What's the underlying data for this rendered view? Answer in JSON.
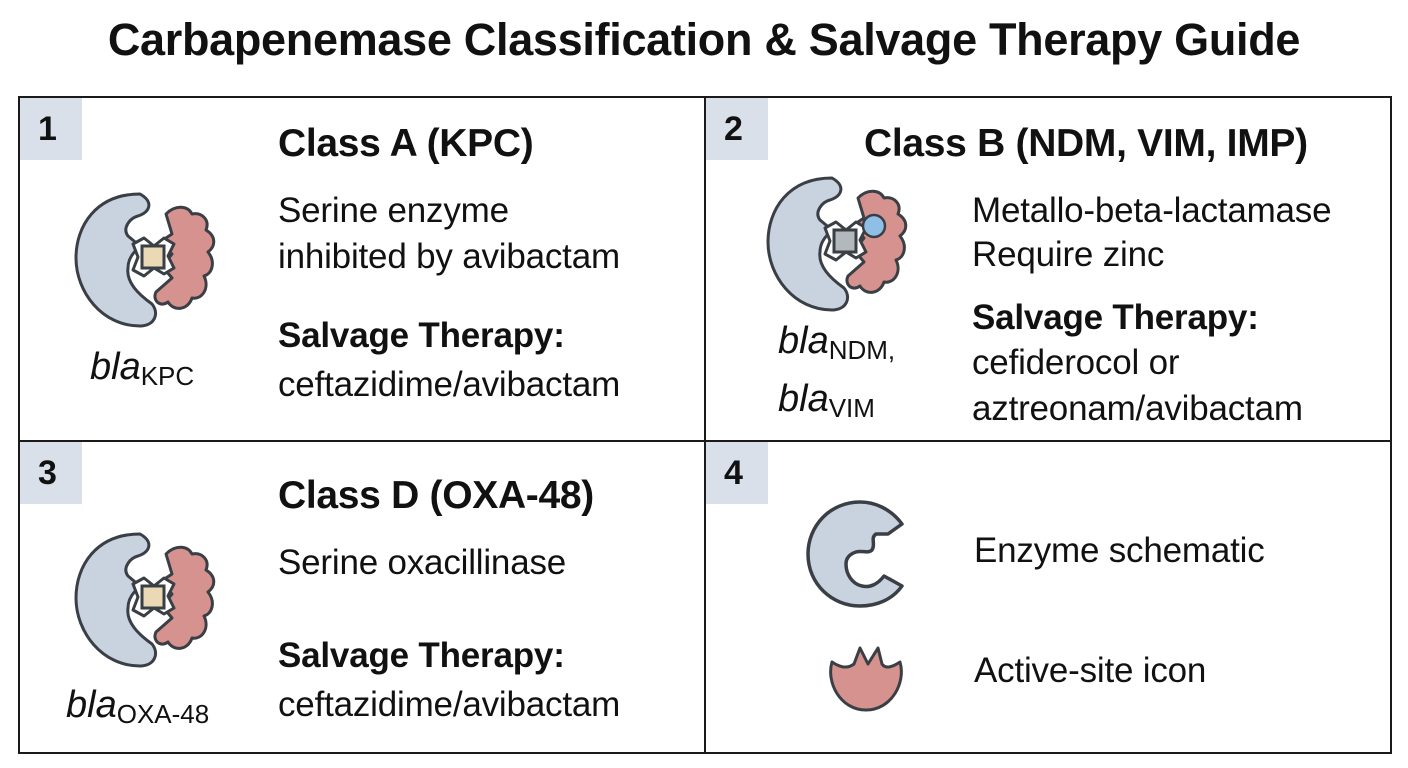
{
  "title": "Carbapenemase Classification & Salvage Therapy Guide",
  "panels": [
    {
      "number": "1",
      "heading": "Class A (KPC)",
      "desc": [
        "Serine enzyme",
        "inhibited by avibactam"
      ],
      "salvage_label": "Salvage Therapy:",
      "salvage": [
        "ceftazidime/avibactam"
      ],
      "genes": [
        {
          "prefix": "bla",
          "sub": "KPC"
        }
      ]
    },
    {
      "number": "2",
      "heading": "Class B (NDM, VIM, IMP)",
      "desc": [
        "Metallo-beta-lactamase",
        "Require zinc"
      ],
      "salvage_label": "Salvage Therapy:",
      "salvage": [
        "cefiderocol or",
        "aztreonam/avibactam"
      ],
      "genes": [
        {
          "prefix": "bla",
          "sub": "NDM,"
        },
        {
          "prefix": "bla",
          "sub": "VIM"
        }
      ]
    },
    {
      "number": "3",
      "heading": "Class D (OXA-48)",
      "desc": [
        "Serine oxacillinase"
      ],
      "salvage_label": "Salvage Therapy:",
      "salvage": [
        "ceftazidime/avibactam"
      ],
      "genes": [
        {
          "prefix": "bla",
          "sub": "OXA-48"
        }
      ]
    },
    {
      "number": "4",
      "legend": [
        {
          "icon": "enzyme-schematic-icon",
          "label": "Enzyme schematic"
        },
        {
          "icon": "active-site-icon",
          "label": "Active-site icon"
        }
      ]
    }
  ],
  "colors": {
    "enzyme": "#c9d2df",
    "active_site": "#d6928e",
    "substrate_serine": "#ead9b4",
    "substrate_metallo": "#b3b8bd",
    "zinc": "#8fbfe6",
    "number_box": "#d9e0ea",
    "outline": "#3a3f45"
  }
}
